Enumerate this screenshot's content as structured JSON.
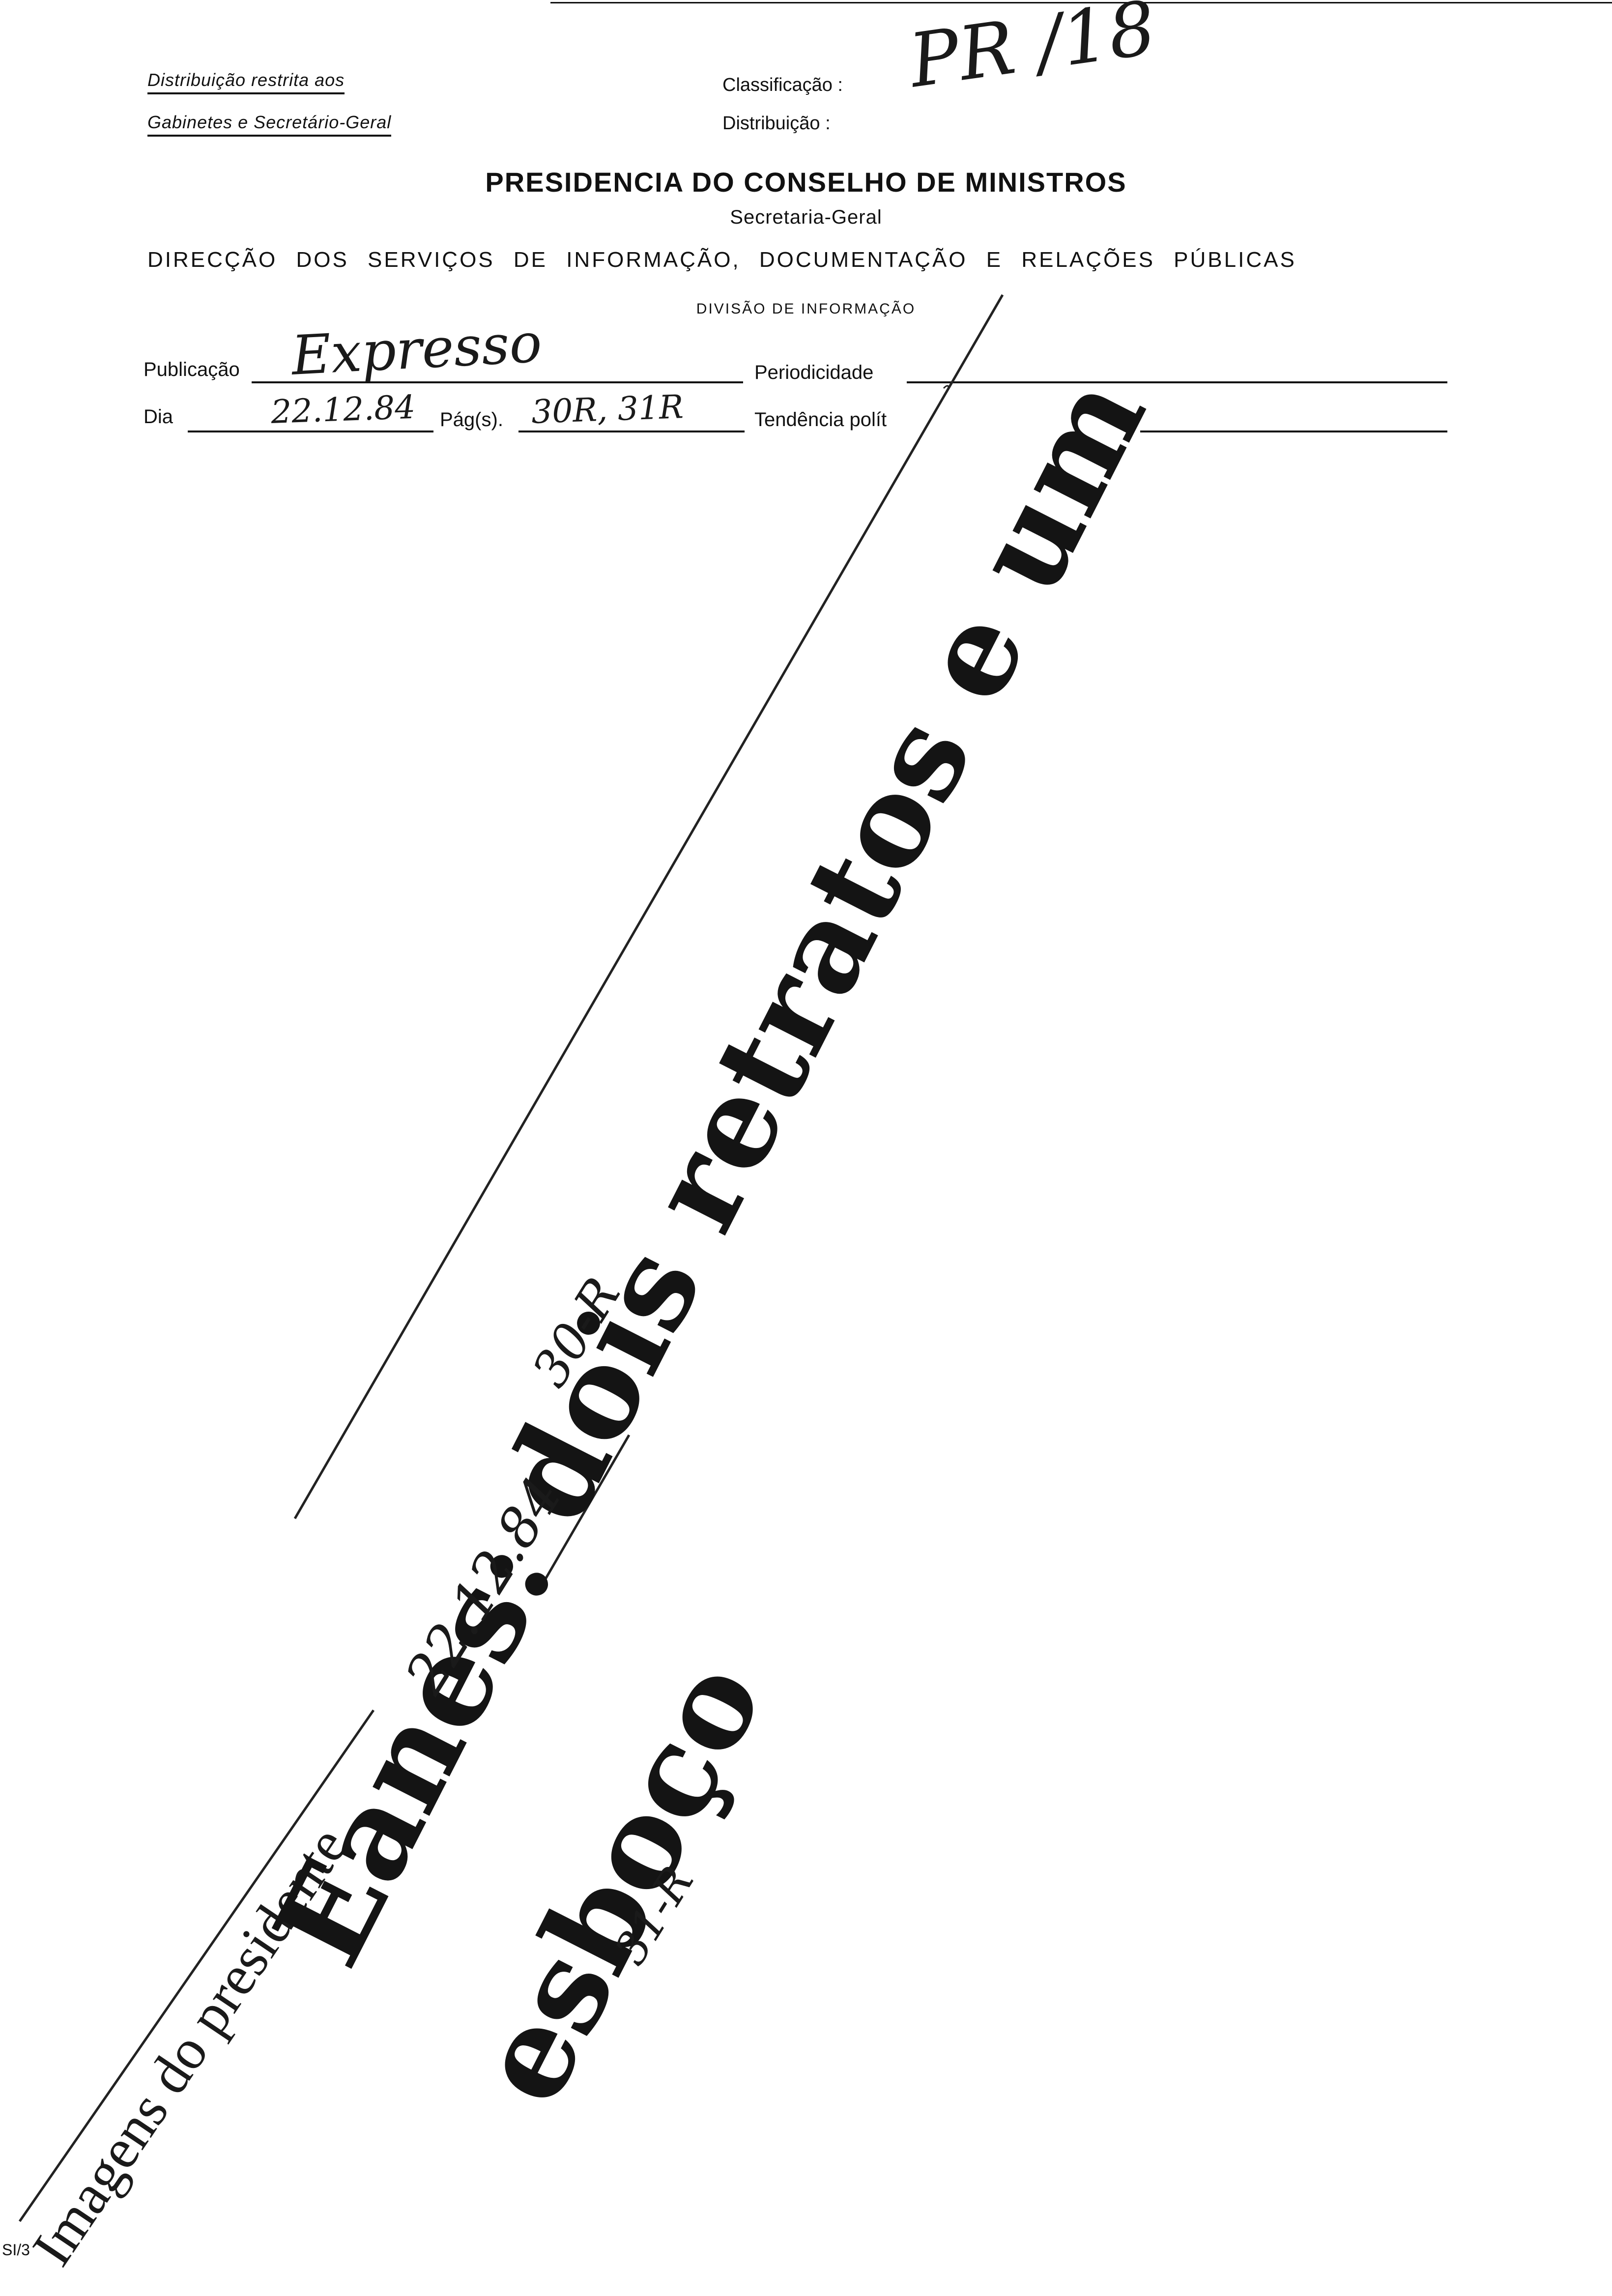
{
  "header": {
    "restriction_line1": "Distribuição restrita aos",
    "restriction_line2": "Gabinetes e Secretário-Geral",
    "classification_label": "Classificação :",
    "distribution_label": "Distribuição :",
    "classification_handwritten": "PR /18"
  },
  "office": {
    "title": "PRESIDENCIA DO CONSELHO DE MINISTROS",
    "subtitle": "Secretaria-Geral",
    "directorate": "DIRECÇÃO DOS SERVIÇOS DE INFORMAÇÃO, DOCUMENTAÇÃO E RELAÇÕES PÚBLICAS",
    "division": "DIVISÃO DE INFORMAÇÃO"
  },
  "form": {
    "publication_label": "Publicação",
    "publication_value": "Expresso",
    "periodicity_label": "Periodicidade",
    "day_label": "Dia",
    "day_value": "22.12.84",
    "pages_label": "Pág(s).",
    "pages_value": "30R, 31R",
    "tendency_label": "Tendência polít"
  },
  "article": {
    "kicker": "Imagens do presidente",
    "headline_line1": "Eanes: dois retratos e um",
    "headline_line2": "esboço",
    "handwritten_note1": "22.12.84",
    "handwritten_note2": "30-R",
    "handwritten_note3": "31-R"
  },
  "footer": {
    "form_code": "SI/3"
  }
}
